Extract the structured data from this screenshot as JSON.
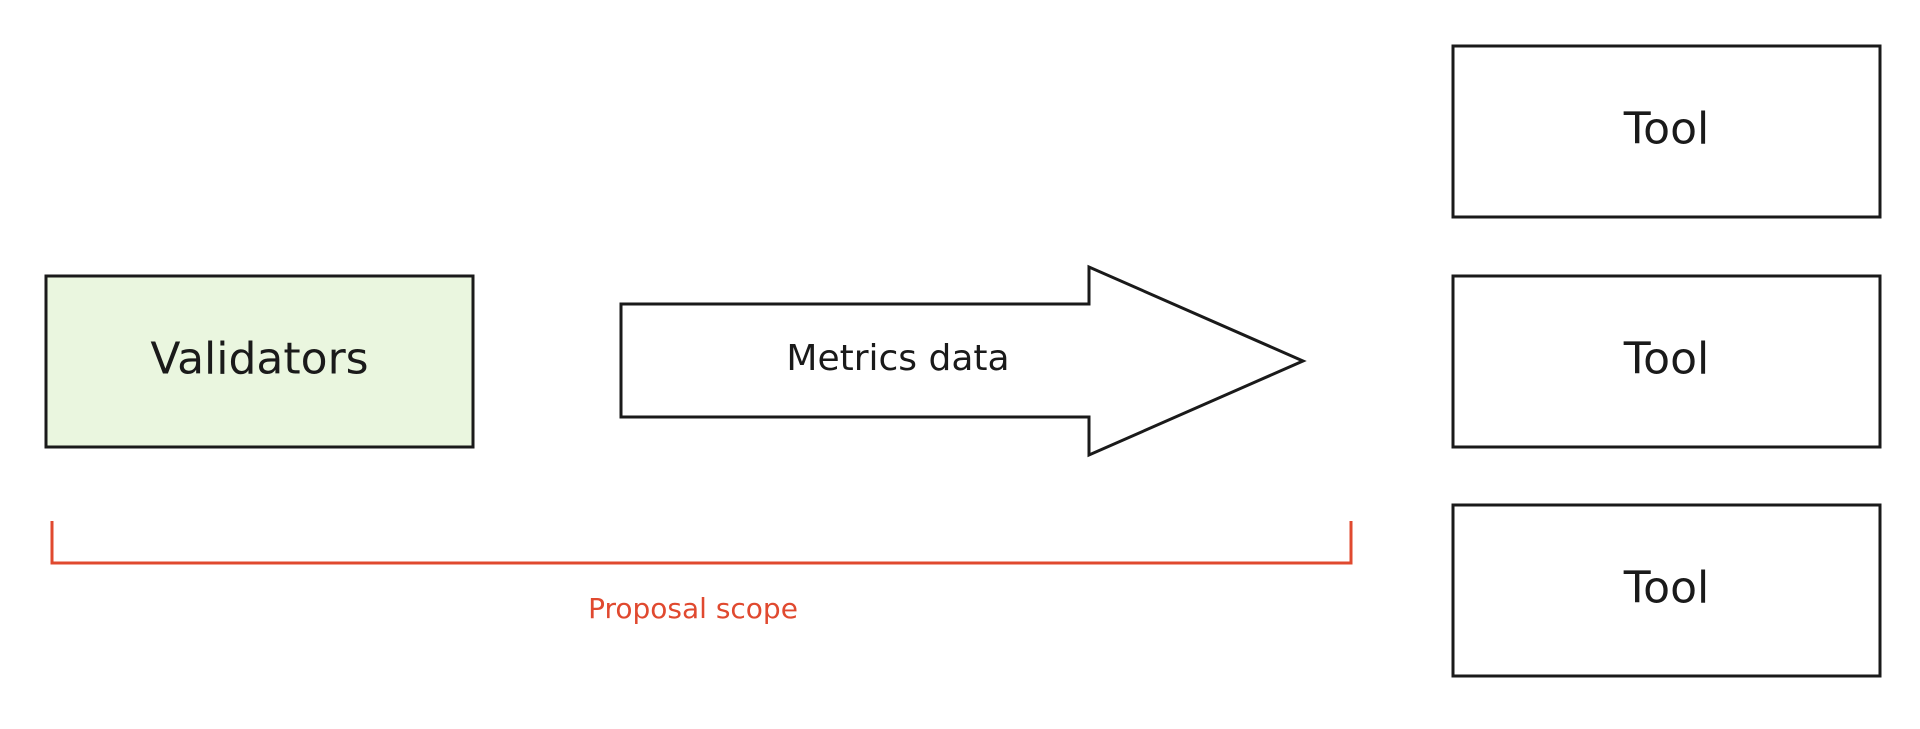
{
  "diagram": {
    "source": {
      "label": "Validators",
      "fill": "#eaf6df"
    },
    "arrow": {
      "label": "Metrics data"
    },
    "targets": [
      {
        "label": "Tool"
      },
      {
        "label": "Tool"
      },
      {
        "label": "Tool"
      }
    ],
    "scope": {
      "label": "Proposal scope",
      "color": "#e0492f"
    },
    "stroke_color": "#1a1a1a"
  }
}
